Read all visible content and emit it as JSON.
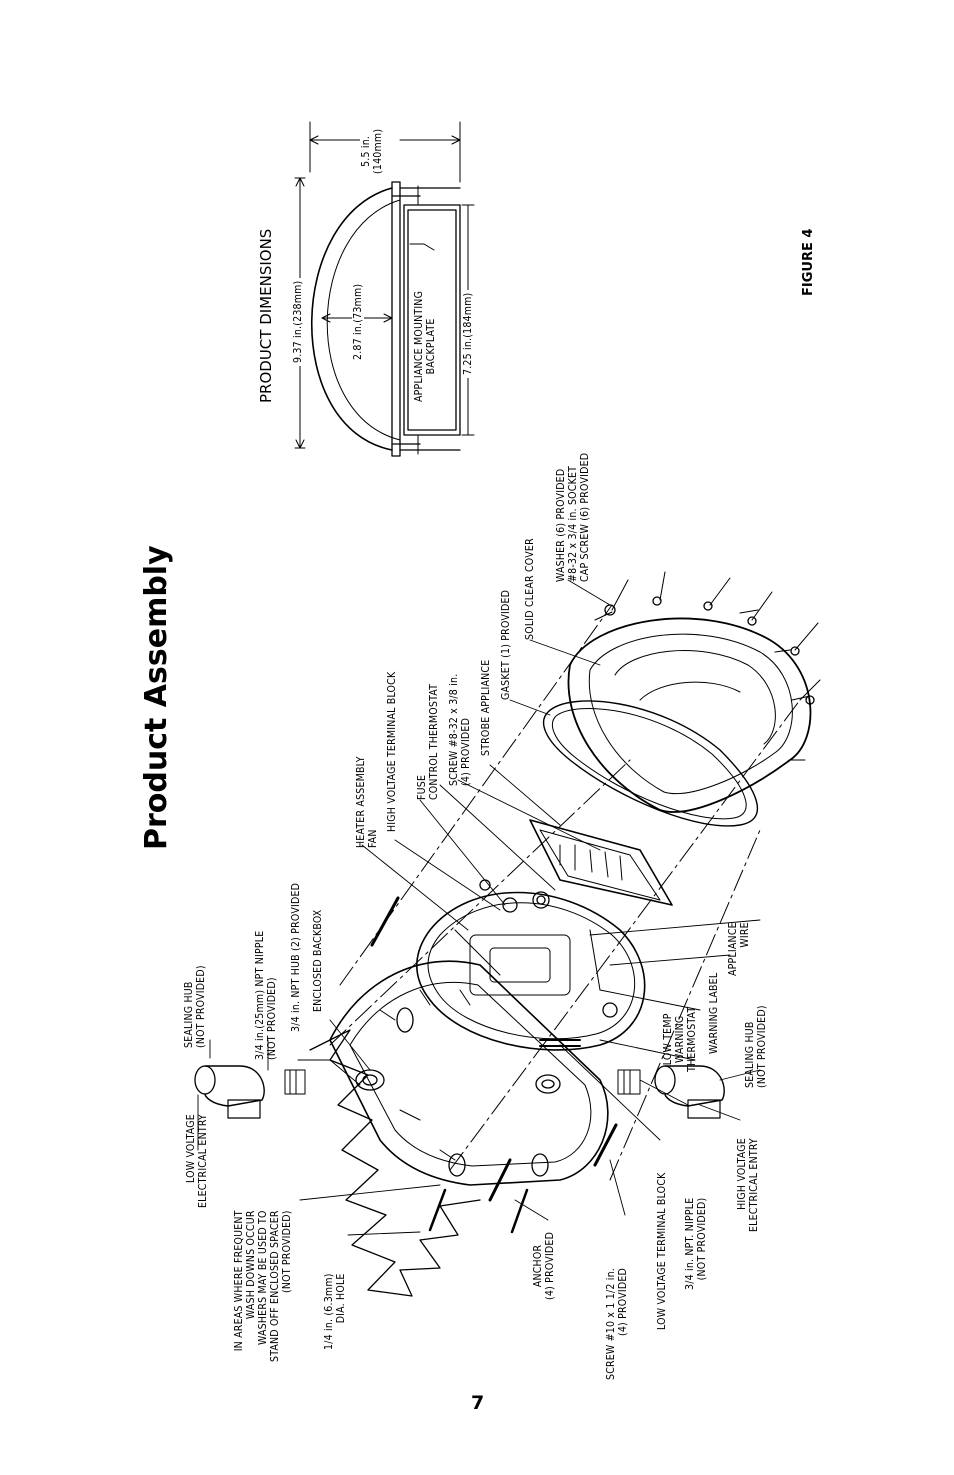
{
  "page_title": "Product Assembly",
  "dimensions_title": "PRODUCT DIMENSIONS",
  "figure_label": "FIGURE 4",
  "page_number": "7",
  "dimensions": {
    "overall": "9.37 in.(238mm)",
    "depth": "2.87 in.(73mm)",
    "backplate_width": "7.25 in.(184mm)",
    "height": "5.5 in.\n(140mm)",
    "backplate_label": "APPLIANCE MOUNTING\nBACKPLATE"
  },
  "labels": {
    "in_areas": "IN AREAS WHERE FREQUENT\nWASH DOWNS OCCUR\nWASHERS MAY BE USED TO\nSTAND OFF ENCLOSED SPACER\n(NOT PROVIDED)",
    "hole": "1/4 in. (6.3mm)\nDIA. HOLE",
    "low_voltage_entry": "LOW VOLTAGE\nELECTRICAL ENTRY",
    "sealing_hub_top": "SEALING HUB\n(NOT PROVIDED)",
    "npt_nipple_top": "3/4 in.(25mm) NPT NIPPLE\n(NOT PROVIDED)",
    "npt_hub": "3/4 in. NPT HUB (2) PROVIDED",
    "backbox": "ENCLOSED BACKBOX",
    "heater": "HEATER ASSEMBLY\nFAN",
    "hv_terminal": "HIGH VOLTAGE TERMINAL BLOCK",
    "fuse": "FUSE\nCONTROL THERMOSTAT",
    "screw_832": "SCREW #8-32 x 3/8 in.\n(4) PROVIDED",
    "strobe": "STROBE APPLIANCE",
    "gasket": "GASKET (1) PROVIDED",
    "cover": "SOLID CLEAR COVER",
    "washer": "WASHER (6) PROVIDED\n#8-32 x 3/4 in. SOCKET\nCAP SCREW (6) PROVIDED",
    "anchor": "ANCHOR\n(4) PROVIDED",
    "screw_10": "SCREW #10 x 1 1/2 in.\n(4) PROVIDED",
    "lv_terminal": "LOW VOLTAGE TERMINAL BLOCK",
    "npt_nipple_bottom": "3/4 in. NPT. NIPPLE\n(NOT PROVIDED)",
    "hv_entry": "HIGH VOLTAGE\nELECTRICAL ENTRY",
    "sealing_hub_bottom": "SEALING HUB\n(NOT PROVIDED)",
    "warning_label": "WARNING LABEL",
    "low_temp": "LOW TEMP\nWARNING\nTHERMOSTAT",
    "appliance_wire": "APPLIANCE\nWIRE"
  }
}
